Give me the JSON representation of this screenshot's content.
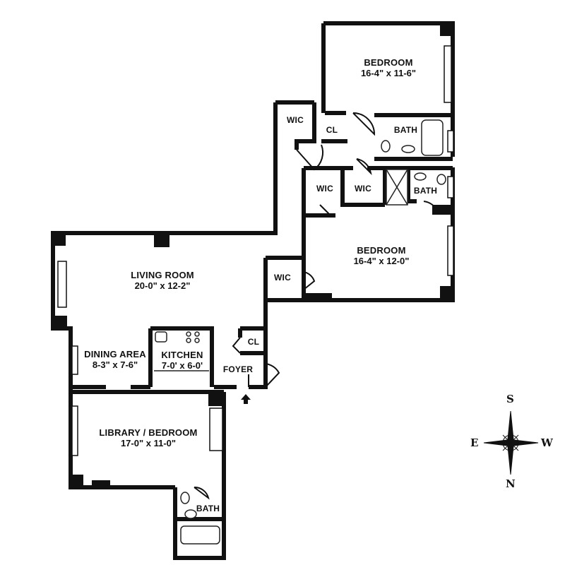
{
  "floorplan": {
    "rooms": [
      {
        "id": "bedroom-1",
        "name": "BEDROOM",
        "dimensions": "16-4\" x 11-6\""
      },
      {
        "id": "bedroom-2",
        "name": "BEDROOM",
        "dimensions": "16-4\" x 12-0\""
      },
      {
        "id": "living-room",
        "name": "LIVING ROOM",
        "dimensions": "20-0\" x 12-2\""
      },
      {
        "id": "dining-area",
        "name": "DINING AREA",
        "dimensions": "8-3\" x 7-6\""
      },
      {
        "id": "kitchen",
        "name": "KITCHEN",
        "dimensions": "7-0' x 6-0'"
      },
      {
        "id": "library-bedroom",
        "name": "LIBRARY / BEDROOM",
        "dimensions": "17-0\" x 11-0\""
      },
      {
        "id": "foyer",
        "name": "FOYER"
      },
      {
        "id": "bath-1",
        "name": "BATH"
      },
      {
        "id": "bath-2",
        "name": "BATH"
      },
      {
        "id": "bath-3",
        "name": "BATH"
      },
      {
        "id": "wic-1",
        "name": "WIC"
      },
      {
        "id": "wic-2",
        "name": "WIC"
      },
      {
        "id": "wic-3",
        "name": "WIC"
      },
      {
        "id": "wic-4",
        "name": "WIC"
      },
      {
        "id": "cl-1",
        "name": "CL"
      },
      {
        "id": "cl-2",
        "name": "CL"
      }
    ],
    "compass": {
      "top": "S",
      "left": "E",
      "right": "W",
      "bottom": "N"
    },
    "colors": {
      "wall": "#111111",
      "background": "#ffffff",
      "fixture": "#222222"
    }
  }
}
